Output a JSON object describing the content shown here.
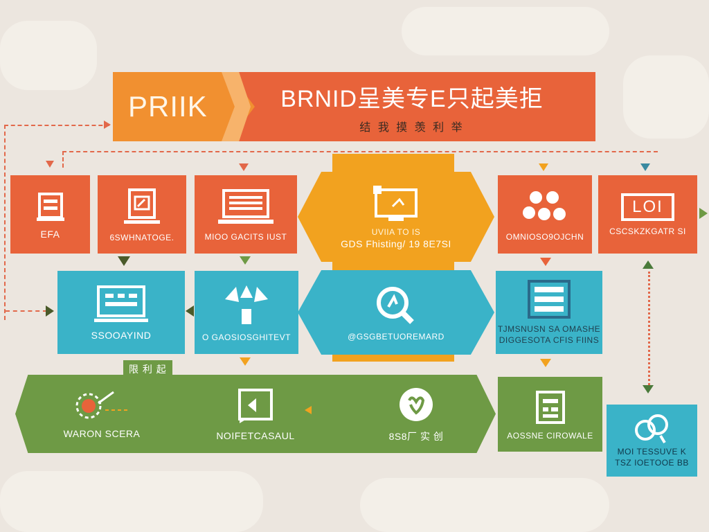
{
  "colors": {
    "orange": "#e8633a",
    "amber": "#f2a21f",
    "teal": "#3ab3c8",
    "green": "#6e9a45",
    "background": "#ece6df"
  },
  "header": {
    "left_text": "PRIIK",
    "title": "BRNID呈美专E只起美拒",
    "subtitle": "结 我 摸 羡 利 举"
  },
  "row1": [
    {
      "label": "EFA",
      "icon": "building-icon"
    },
    {
      "label": "6SWHNATOGE.",
      "icon": "document-icon"
    },
    {
      "label": "MIOO GACITS IUST",
      "icon": "laptop-icon"
    },
    {
      "label_top": "UVIIA TO IS",
      "label": "GDS Fhisting/ 19 8E7SI",
      "icon": "monitor-icon"
    },
    {
      "label": "OMNIOSO9OJCHN",
      "icon": "dots-icon"
    },
    {
      "label": "CSCSKZKGATR SI",
      "icon": "loi-icon",
      "icon_text": "LOI"
    }
  ],
  "row2": [
    {
      "label": "SSOOAYIND",
      "icon": "screen-icon"
    },
    {
      "label": "O GAOSIOSGHITEVT",
      "icon": "arrows-icon"
    },
    {
      "label": "@GSGBETUOREMARD",
      "icon": "search-icon"
    },
    {
      "label": "TJMSNUSN SA OMASHE",
      "label2": "DIGGESOTA CFIS FIINS",
      "icon": "list-icon"
    }
  ],
  "row3": [
    {
      "label": "WARON SCERA",
      "icon": "target-icon"
    },
    {
      "label": "NOIFETCASAUL",
      "icon": "chat-icon"
    },
    {
      "label": "8S8厂 实 创",
      "icon": "heart-icon"
    },
    {
      "label": "AOSSNE CIROWALE",
      "icon": "calendar-icon"
    }
  ],
  "side_node": {
    "label": "MOI TESSUVE K",
    "label2": "TSZ IOETOOE BB",
    "icon": "person-chat-icon"
  },
  "tag_label": "限 利 起"
}
